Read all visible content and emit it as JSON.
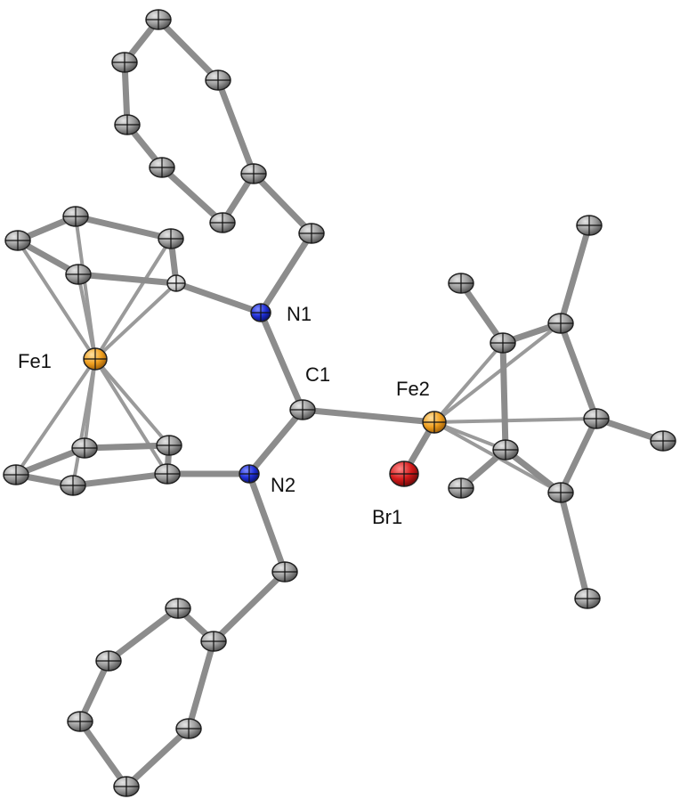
{
  "labels": {
    "n1": "N1",
    "n2": "N2",
    "c1": "C1",
    "fe1": "Fe1",
    "fe2": "Fe2",
    "br1": "Br1"
  },
  "colors": {
    "carbon": "#9b9b9b",
    "nitrogen": "#1f2fd6",
    "iron": "#f0a020",
    "bromine": "#d41b1b",
    "hydrogen_like": "#c8c8c8",
    "bond": "#8c8c8c"
  }
}
